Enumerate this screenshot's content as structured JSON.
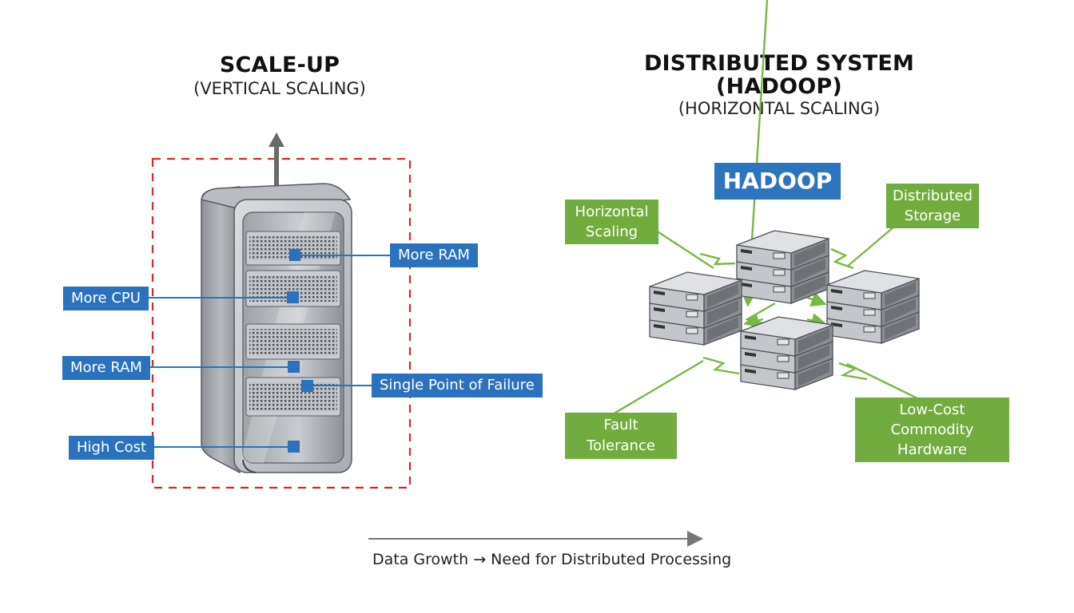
{
  "left_panel": {
    "title": "SCALE-UP",
    "subtitle": "(VERTICAL SCALING)",
    "labels": [
      {
        "id": "more-ram-right",
        "text": "More RAM"
      },
      {
        "id": "more-cpu",
        "text": "More CPU"
      },
      {
        "id": "more-ram-left",
        "text": "More RAM"
      },
      {
        "id": "single-point-of-failure",
        "text": "Single Point of Failure"
      },
      {
        "id": "high-cost",
        "text": "High Cost"
      }
    ],
    "icons": [
      "up-arrow-icon",
      "server-tower-icon"
    ]
  },
  "right_panel": {
    "title_line1": "DISTRIBUTED SYSTEM",
    "title_line2": "(HADOOP)",
    "subtitle": "(HORIZONTAL SCALING)",
    "badge": "HADOOP",
    "labels": [
      {
        "id": "horizontal-scaling",
        "line1": "Horizontal",
        "line2": "Scaling"
      },
      {
        "id": "distributed-storage",
        "line1": "Distributed",
        "line2": "Storage"
      },
      {
        "id": "fault-tolerance",
        "line1": "Fault Tolerance",
        "line2": ""
      },
      {
        "id": "low-cost-hardware",
        "line1": "Low-Cost Commodity",
        "line2": "Hardware"
      }
    ],
    "node_count": 4
  },
  "footer": {
    "caption": "Data Growth → Need for Distributed Processing"
  },
  "colors": {
    "blue_label": "#2a72bd",
    "green_label": "#71ad3e",
    "dashed_border": "#d9262b",
    "arrow": "#666666"
  }
}
